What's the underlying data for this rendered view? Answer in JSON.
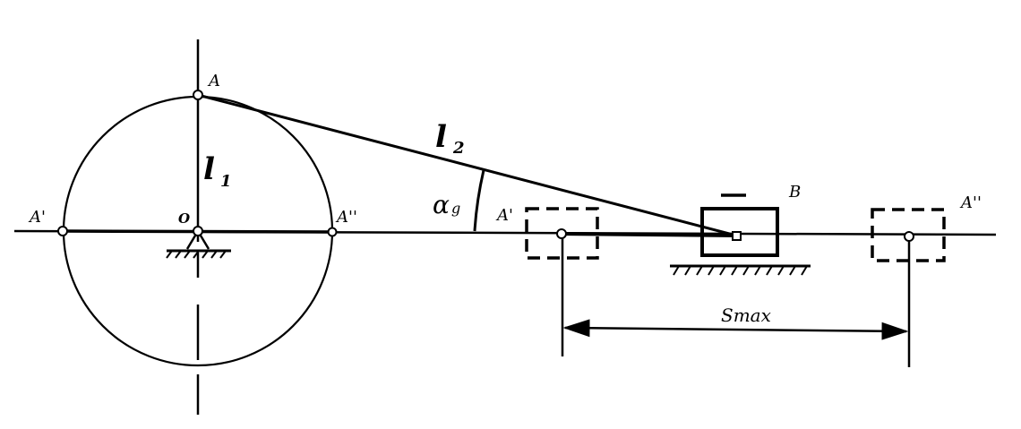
{
  "labels": {
    "point_A": "A",
    "point_O": "O",
    "point_A1_left": "A'",
    "point_A2_circle": "A''",
    "point_A1_slider": "A'",
    "point_A2_slider": "A''",
    "point_B": "B",
    "crank_length": "l",
    "crank_length_sub": "1",
    "rod_length": "l",
    "rod_length_sub": "2",
    "angle_alpha": "α",
    "angle_alpha_sub": "g",
    "stroke": "Smax"
  }
}
